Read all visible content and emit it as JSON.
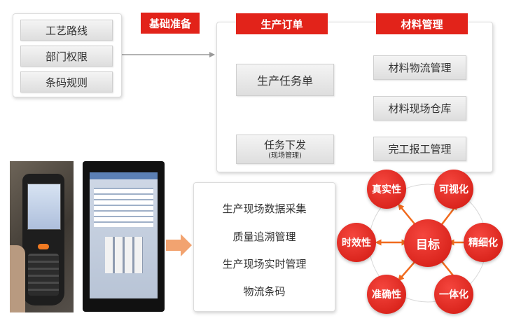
{
  "basics": {
    "items": [
      "工艺路线",
      "部门权限",
      "条码规则"
    ],
    "tag": "基础准备"
  },
  "flow": {
    "production_order": "生产订单",
    "material_mgmt": "材料管理",
    "production_task": "生产任务单",
    "task_issue": "任务下发",
    "task_issue_sub": "(现场管理)",
    "material_logistics": "材料物流管理",
    "material_warehouse": "材料现场仓库",
    "completion_report": "完工报工管理"
  },
  "functions": [
    "生产现场数据采集",
    "质量追溯管理",
    "生产现场实时管理",
    "物流条码"
  ],
  "goals": {
    "center": "目标",
    "authenticity": "真实性",
    "visualization": "可视化",
    "timeliness": "时效性",
    "refinement": "精细化",
    "accuracy": "准确性",
    "integration": "一体化"
  },
  "colors": {
    "accent": "#e2231a",
    "arrow": "#f06a1e"
  }
}
